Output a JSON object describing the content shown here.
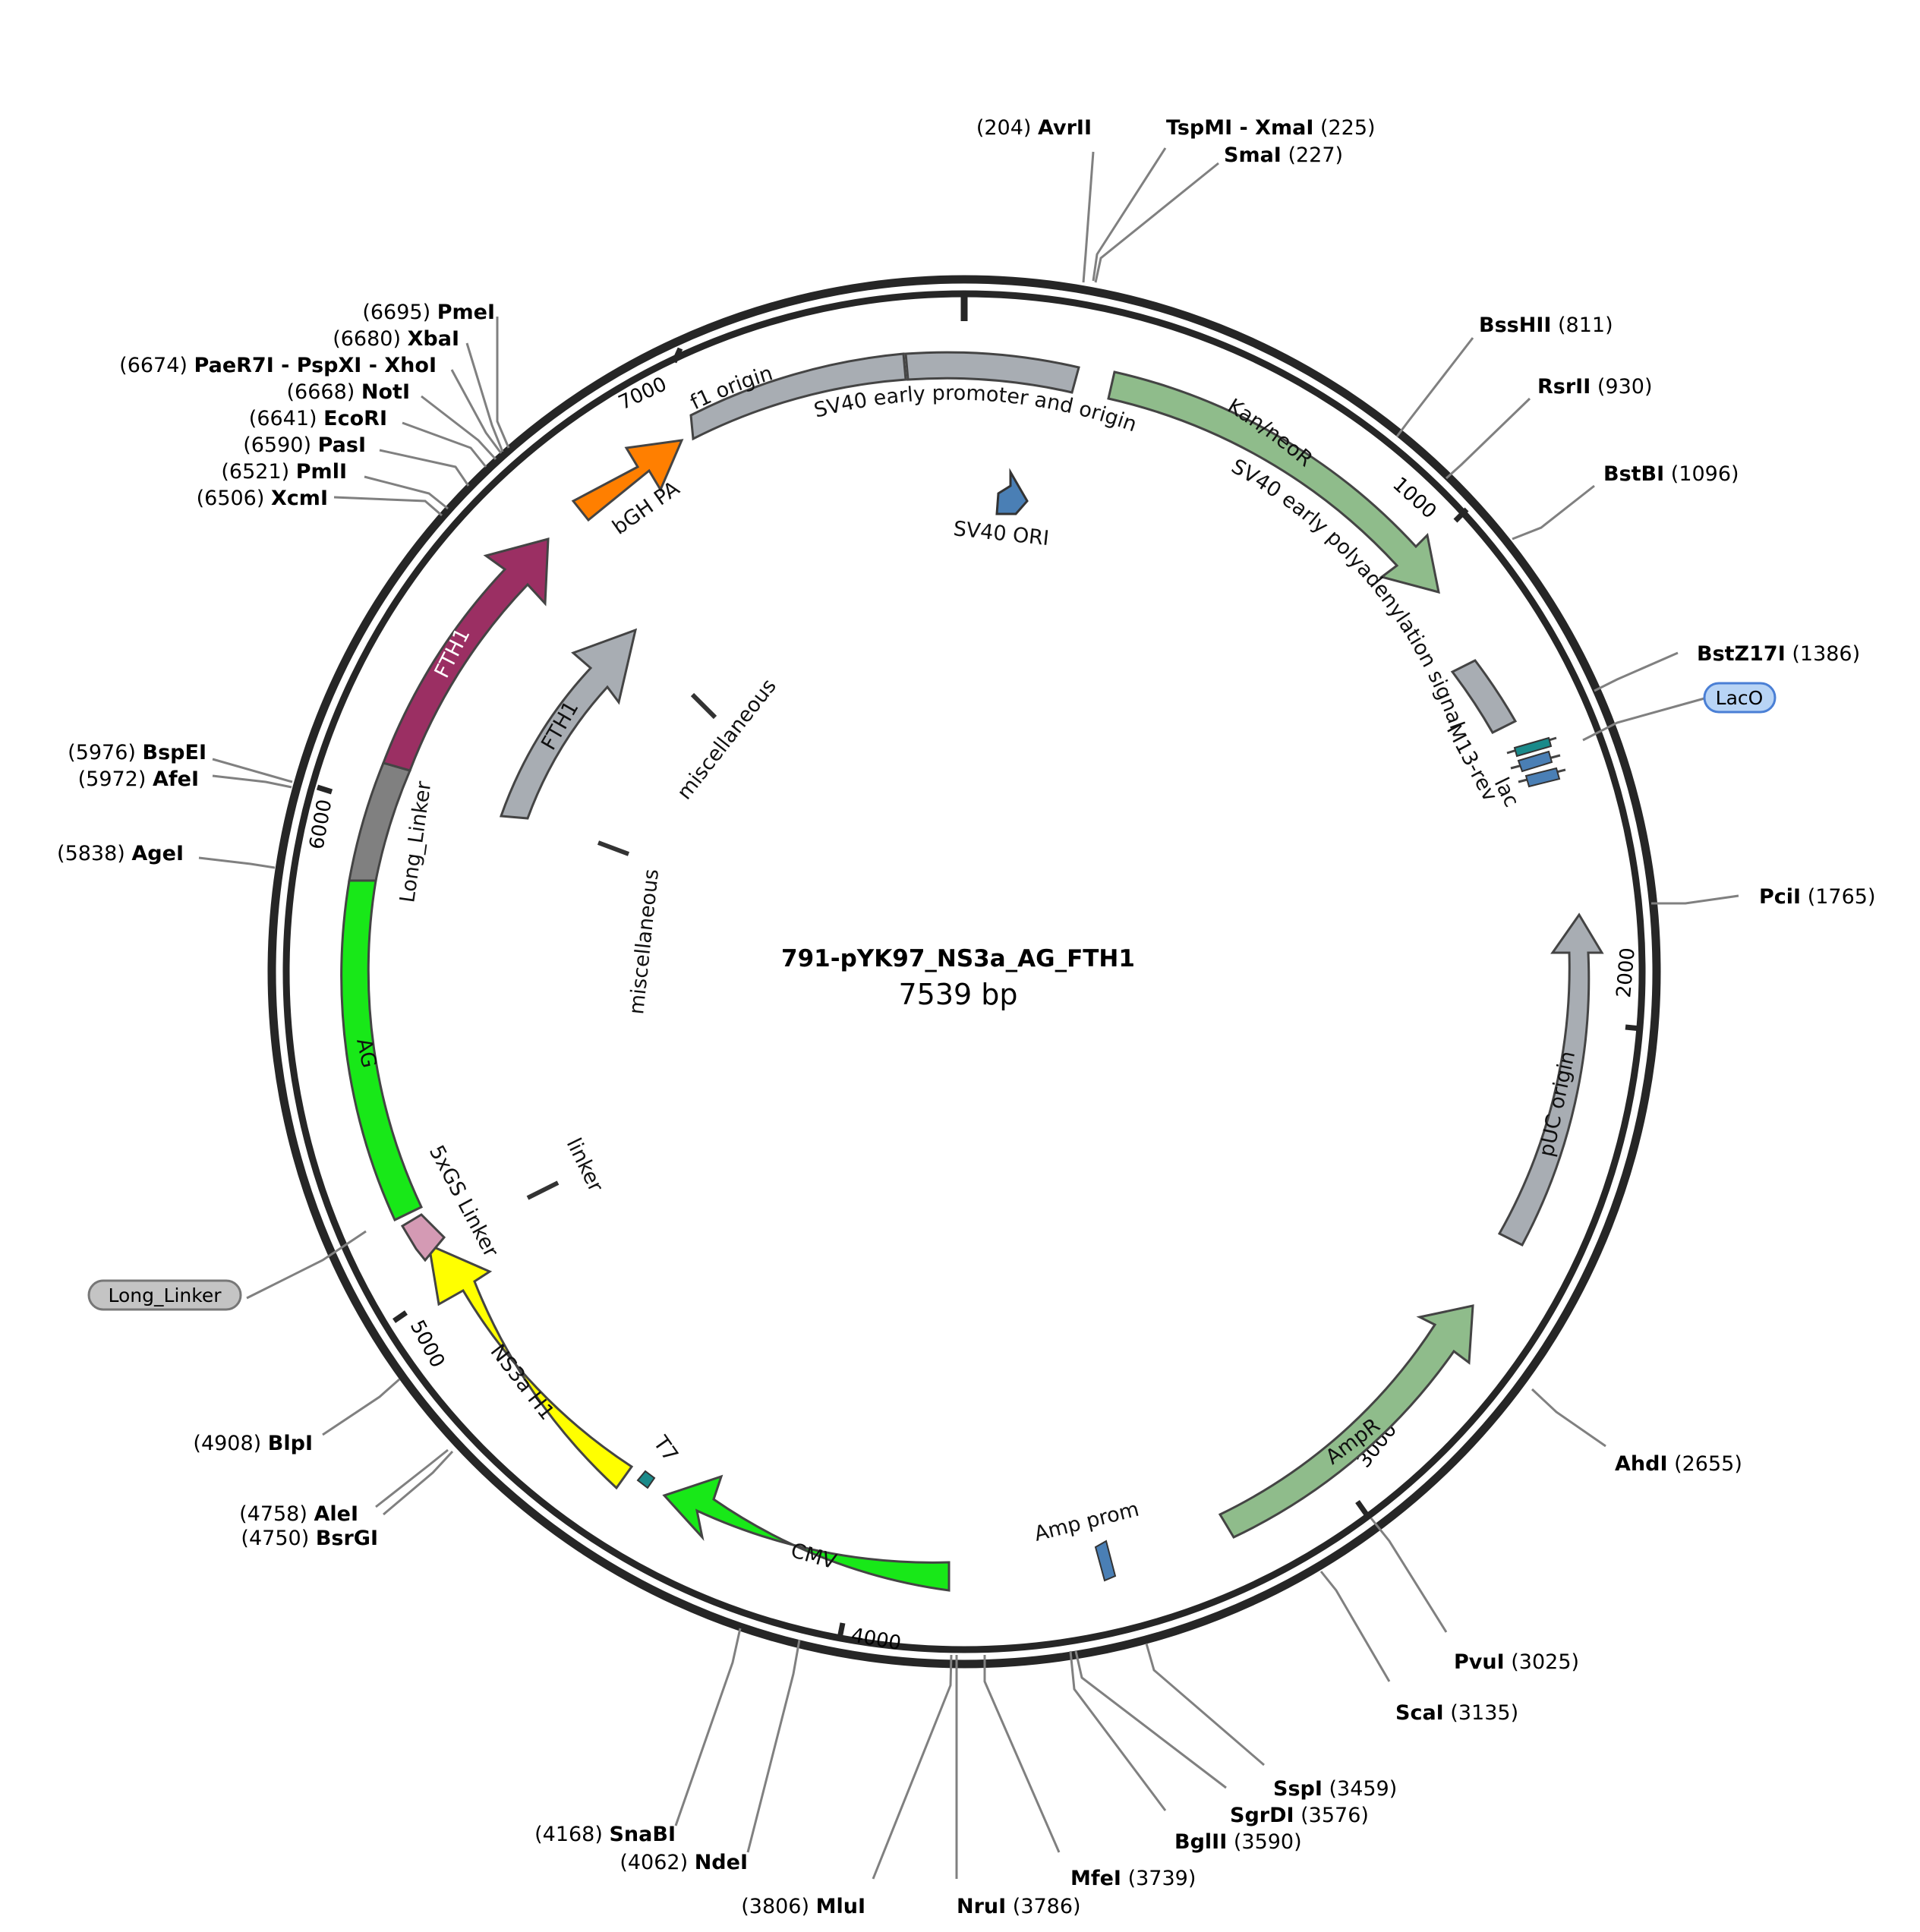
{
  "plasmid": {
    "name": "791-pYK97_NS3a_AG_FTH1",
    "length_text": "7539 bp",
    "length_bp": 7539
  },
  "ticks": [
    "1000",
    "2000",
    "3000",
    "4000",
    "5000",
    "6000",
    "7000"
  ],
  "restriction_sites": [
    {
      "name": "AvrII",
      "pos": "204"
    },
    {
      "name": "TspMI - XmaI",
      "pos": "225"
    },
    {
      "name": "SmaI",
      "pos": "227"
    },
    {
      "name": "BssHII",
      "pos": "811"
    },
    {
      "name": "RsrII",
      "pos": "930"
    },
    {
      "name": "BstBI",
      "pos": "1096"
    },
    {
      "name": "BstZ17I",
      "pos": "1386"
    },
    {
      "name": "PciI",
      "pos": "1765"
    },
    {
      "name": "AhdI",
      "pos": "2655"
    },
    {
      "name": "PvuI",
      "pos": "3025"
    },
    {
      "name": "ScaI",
      "pos": "3135"
    },
    {
      "name": "SspI",
      "pos": "3459"
    },
    {
      "name": "SgrDI",
      "pos": "3576"
    },
    {
      "name": "BglII",
      "pos": "3590"
    },
    {
      "name": "MfeI",
      "pos": "3739"
    },
    {
      "name": "NruI",
      "pos": "3786"
    },
    {
      "name": "MluI",
      "pos": "3806"
    },
    {
      "name": "NdeI",
      "pos": "4062"
    },
    {
      "name": "SnaBI",
      "pos": "4168"
    },
    {
      "name": "BsrGI",
      "pos": "4750"
    },
    {
      "name": "AleI",
      "pos": "4758"
    },
    {
      "name": "BlpI",
      "pos": "4908"
    },
    {
      "name": "AgeI",
      "pos": "5838"
    },
    {
      "name": "AfeI",
      "pos": "5972"
    },
    {
      "name": "BspEI",
      "pos": "5976"
    },
    {
      "name": "XcmI",
      "pos": "6506"
    },
    {
      "name": "PmlI",
      "pos": "6521"
    },
    {
      "name": "PasI",
      "pos": "6590"
    },
    {
      "name": "EcoRI",
      "pos": "6641"
    },
    {
      "name": "NotI",
      "pos": "6668"
    },
    {
      "name": "PaeR7I - PspXI - XhoI",
      "pos": "6674"
    },
    {
      "name": "XbaI",
      "pos": "6680"
    },
    {
      "name": "PmeI",
      "pos": "6695"
    }
  ],
  "features": [
    {
      "label": "f1 origin",
      "color": "#a8adb3"
    },
    {
      "label": "SV40 early promoter and origin",
      "color": "#a8adb3"
    },
    {
      "label": "Kan/neoR",
      "color": "#8fbc8b"
    },
    {
      "label": "SV40 early polyadenylation signal",
      "color": "#a8adb3"
    },
    {
      "label": "M13-rev",
      "color": "#4a7fb5"
    },
    {
      "label": "lac",
      "color": "#4a7fb5"
    },
    {
      "label": "pUC origin",
      "color": "#a8adb3"
    },
    {
      "label": "AmpR",
      "color": "#8fbc8b"
    },
    {
      "label": "Amp prom",
      "color": "#4a7fb5"
    },
    {
      "label": "CMV",
      "color": "#18e818"
    },
    {
      "label": "T7",
      "color": "#1a8a8a"
    },
    {
      "label": "NS3a H1",
      "color": "#ffff00"
    },
    {
      "label": "5xGS Linker",
      "color": "#d49ab4"
    },
    {
      "label": "AG",
      "color": "#18e818"
    },
    {
      "label": "Long_Linker",
      "color": "#808080"
    },
    {
      "label": "FTH1",
      "color": "#9b2f63"
    },
    {
      "label": "bGH PA",
      "color": "#ff7f00"
    },
    {
      "label": "SV40 ORI",
      "color": "#4a7fb5"
    },
    {
      "label": "FTH1",
      "color": "#a8adb3"
    },
    {
      "label": "miscellaneous",
      "color": "#333333"
    },
    {
      "label": "miscellaneous",
      "color": "#333333"
    },
    {
      "label": "linker",
      "color": "#333333"
    }
  ],
  "callouts": [
    {
      "label": "LacO",
      "color": "#b8d4f5"
    },
    {
      "label": "Long_Linker",
      "color": "#c4c4c4"
    }
  ]
}
